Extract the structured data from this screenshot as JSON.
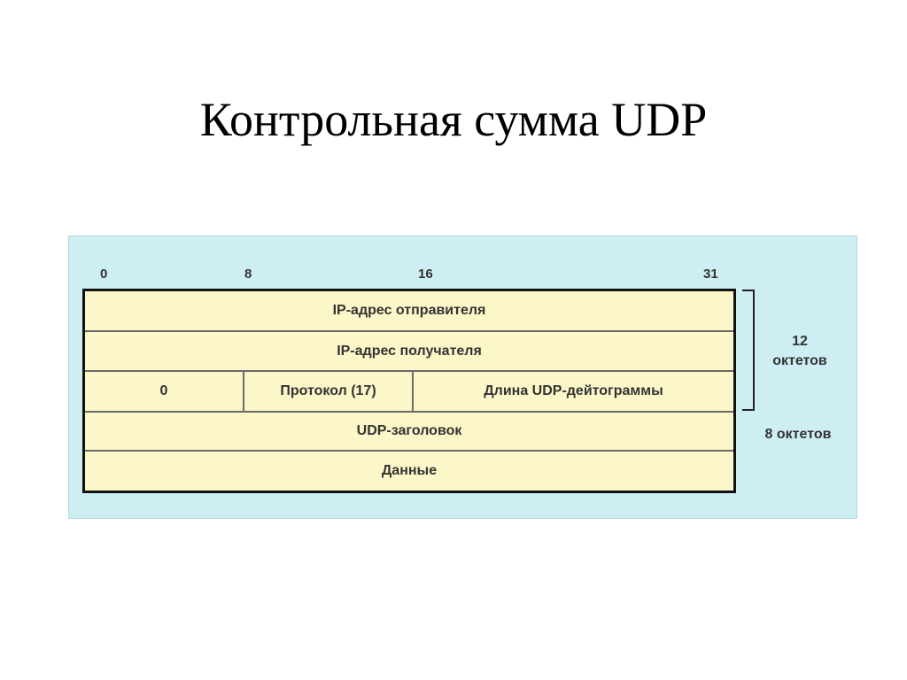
{
  "title": "Контрольная сумма UDP",
  "diagram": {
    "bit_numbers": [
      "0",
      "8",
      "16",
      "31"
    ],
    "rows": [
      {
        "cells": [
          "IP-адрес отправителя"
        ]
      },
      {
        "cells": [
          "IP-адрес получателя"
        ]
      },
      {
        "cells": [
          "0",
          "Протокол (17)",
          "Длина UDP-дейтограммы"
        ]
      },
      {
        "cells": [
          "UDP-заголовок"
        ]
      },
      {
        "cells": [
          "Данные"
        ]
      }
    ],
    "pseudo_header_size": {
      "number": "12",
      "unit": "октетов"
    },
    "header_size": "8 октетов"
  },
  "colors": {
    "panel_background": "#cdeef3",
    "table_fill": "#fbf7c8",
    "border": "#111111"
  }
}
